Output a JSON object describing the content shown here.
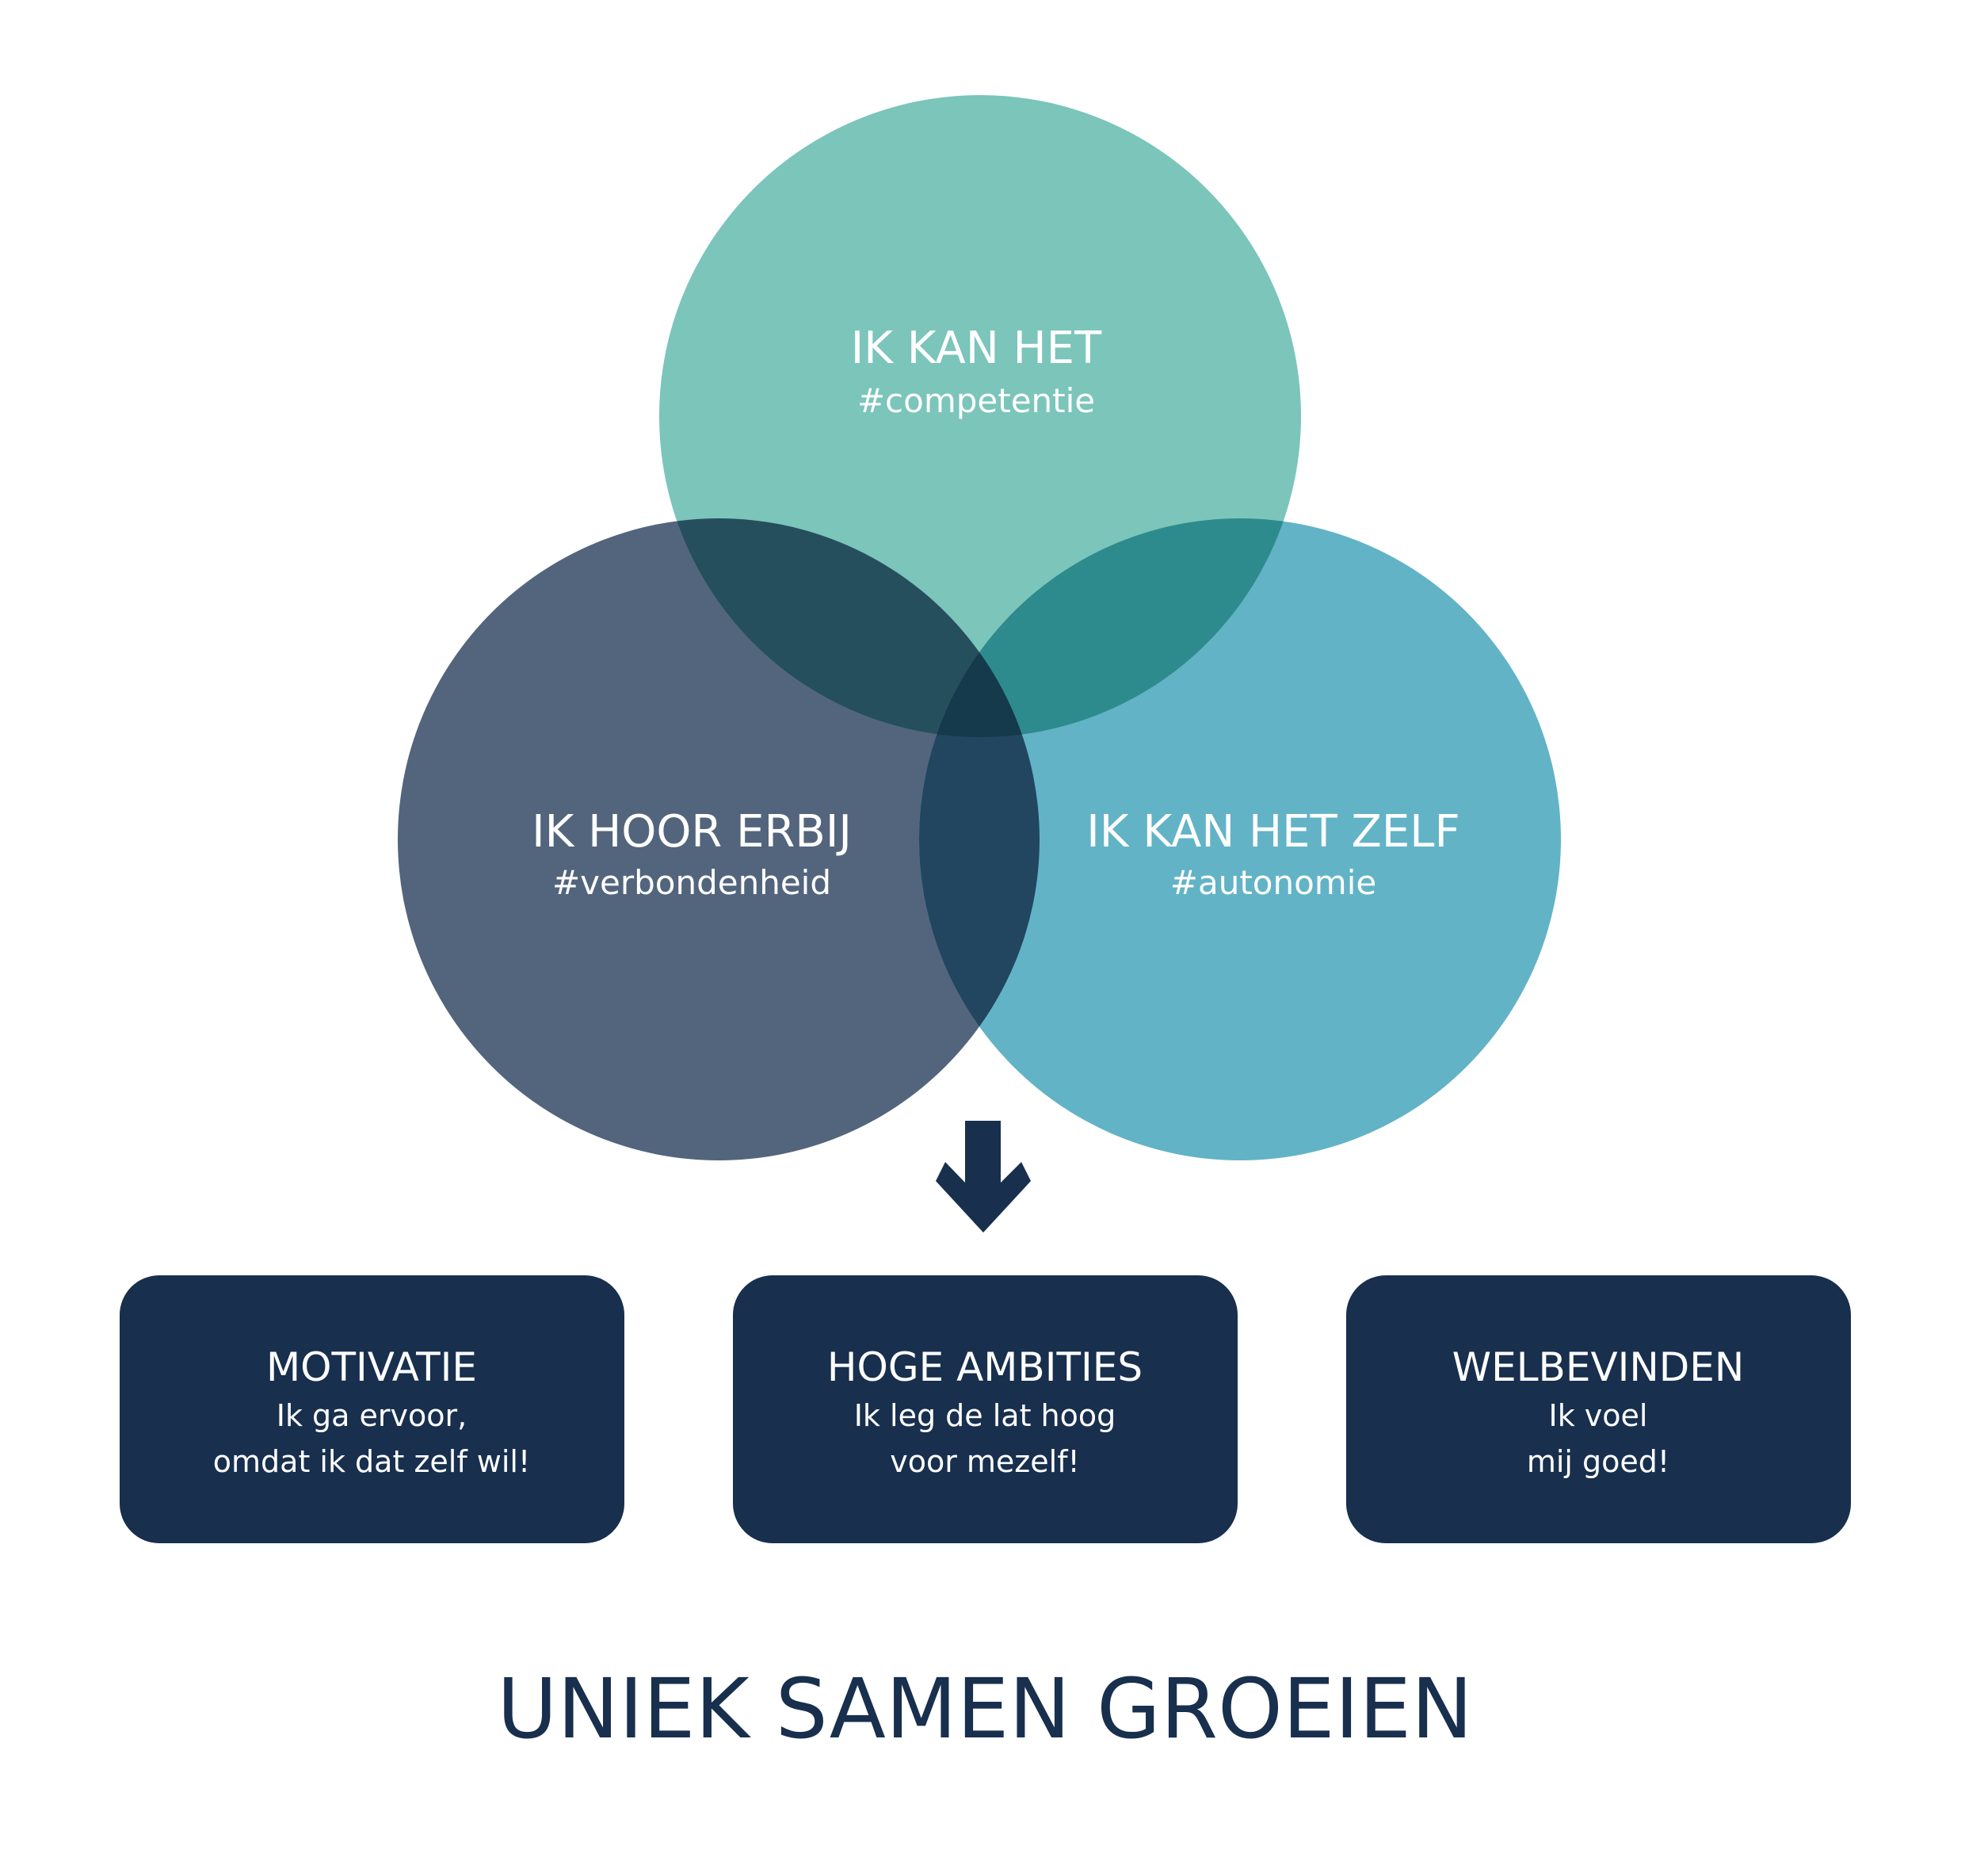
{
  "colors": {
    "competentie": "#7bc5bb",
    "verbondenheid": "#53657d",
    "autonomie": "#62b3c6",
    "overlap_top_left": "#264f5e",
    "overlap_top_right": "#2e8b8d",
    "overlap_bottom": "#22465f",
    "overlap_center": "#143a4b",
    "navy": "#182f4e"
  },
  "circles": {
    "competentie": {
      "title": "IK KAN HET",
      "subtitle": "#competentie"
    },
    "verbondenheid": {
      "title": "IK HOOR ERBIJ",
      "subtitle": "#verbondenheid"
    },
    "autonomie": {
      "title": "IK KAN HET ZELF",
      "subtitle": "#autonomie"
    }
  },
  "arrow": {
    "icon": "arrow-down-icon"
  },
  "outcomes": [
    {
      "title": "MOTIVATIE",
      "line1": "Ik ga ervoor,",
      "line2": "omdat ik dat zelf wil!"
    },
    {
      "title": "HOGE AMBITIES",
      "line1": "Ik leg de lat hoog",
      "line2": "voor mezelf!"
    },
    {
      "title": "WELBEVINDEN",
      "line1": "Ik voel",
      "line2": "mij goed!"
    }
  ],
  "footer": {
    "title": "UNIEK SAMEN GROEIEN"
  }
}
